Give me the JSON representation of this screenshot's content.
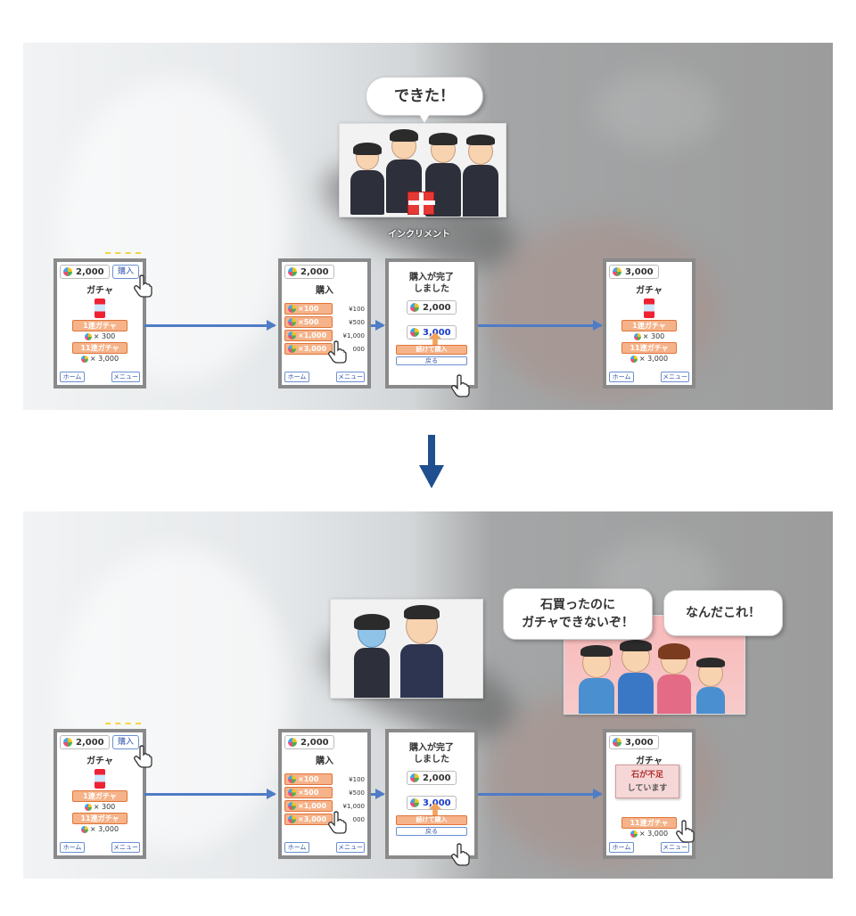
{
  "top": {
    "bubble_text": "できた！",
    "gift_label": "インクリメント",
    "phone_start": {
      "coins": "2,000",
      "buy": "購入",
      "title": "ガチャ",
      "btn_single": "1連ガチャ",
      "cost_single": "× 300",
      "btn_multi": "11連ガチャ",
      "cost_multi": "× 3,000",
      "home": "ホーム",
      "menu": "メニュー"
    },
    "phone_shop": {
      "coins": "2,000",
      "title": "購入",
      "packs": [
        {
          "label": "×100",
          "price": "¥100"
        },
        {
          "label": "×500",
          "price": "¥500"
        },
        {
          "label": "×1,000",
          "price": "¥1,000"
        },
        {
          "label": "×3,000",
          "price": "000"
        }
      ],
      "home": "ホーム",
      "menu": "メニュー"
    },
    "phone_done": {
      "title_line1": "購入が完了",
      "title_line2": "しました",
      "old_coins": "2,000",
      "new_coins": "3,000",
      "continue": "続けて購入",
      "back": "戻る"
    },
    "phone_end": {
      "coins": "3,000",
      "title": "ガチャ",
      "btn_single": "1連ガチャ",
      "cost_single": "× 300",
      "btn_multi": "11連ガチャ",
      "cost_multi": "× 3,000",
      "home": "ホーム",
      "menu": "メニュー"
    }
  },
  "bottom": {
    "bubble_left_line1": "石買ったのに",
    "bubble_left_line2": "ガチャできないぞ！",
    "bubble_right": "なんだこれ！",
    "phone_start": {
      "coins": "2,000",
      "buy": "購入",
      "title": "ガチャ",
      "btn_single": "1連ガチャ",
      "cost_single": "× 300",
      "btn_multi": "11連ガチャ",
      "cost_multi": "× 3,000",
      "home": "ホーム",
      "menu": "メニュー"
    },
    "phone_shop": {
      "coins": "2,000",
      "title": "購入",
      "packs": [
        {
          "label": "×100",
          "price": "¥100"
        },
        {
          "label": "×500",
          "price": "¥500"
        },
        {
          "label": "×1,000",
          "price": "¥1,000"
        },
        {
          "label": "×3,000",
          "price": "000"
        }
      ],
      "home": "ホーム",
      "menu": "メニュー"
    },
    "phone_done": {
      "title_line1": "購入が完了",
      "title_line2": "しました",
      "old_coins": "2,000",
      "new_coins": "3,000",
      "continue": "続けて購入",
      "back": "戻る"
    },
    "phone_end": {
      "coins": "3,000",
      "title": "ガチャ",
      "warn_line1": "石が不足",
      "warn_line2": "しています",
      "btn_multi": "11連ガチャ",
      "cost_multi": "× 3,000",
      "home": "ホーム",
      "menu": "メニュー"
    }
  },
  "colors": {
    "flow_arrow": "#4f7cc6",
    "down_arrow": "#1f4f8f",
    "orange_button": "#f6b38a",
    "new_coin_text": "#1a3cc8"
  }
}
